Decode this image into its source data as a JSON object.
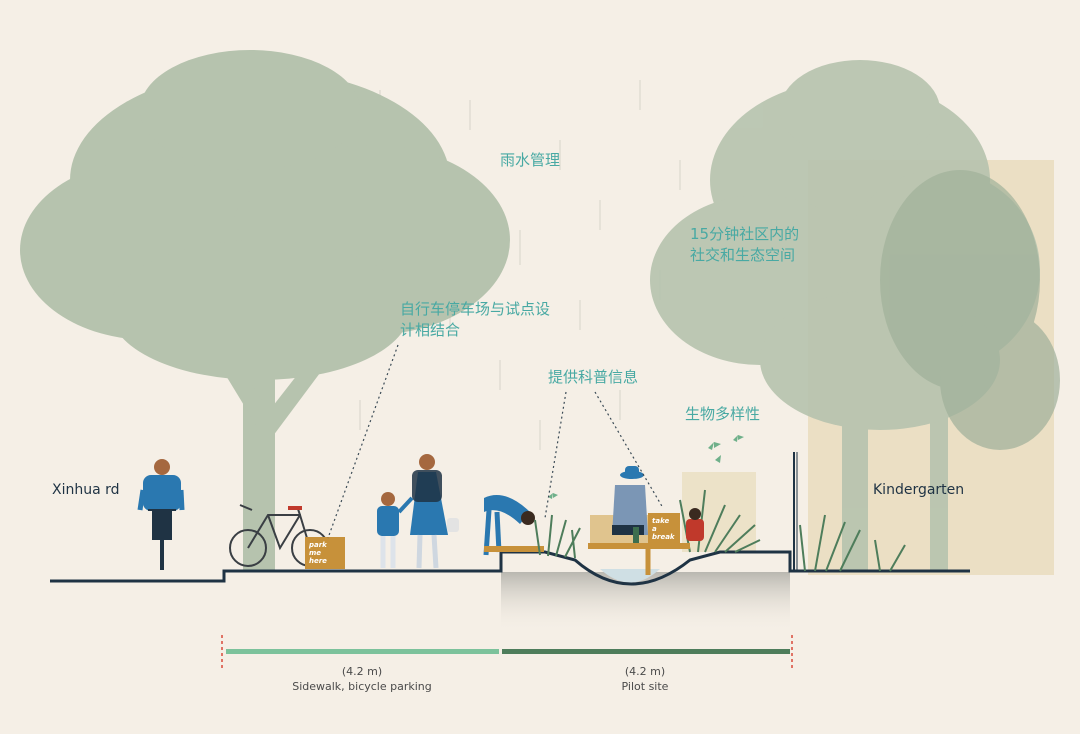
{
  "annotations": {
    "rainwater": "雨水管理",
    "social_line1": "15分钟社区内的",
    "social_line2": "社交和生态空间",
    "bike_line1": "自行车停车场与试点设",
    "bike_line2": "计相结合",
    "science": "提供科普信息",
    "biodiversity": "生物多样性"
  },
  "places": {
    "road": "Xinhua rd",
    "school": "Kindergarten"
  },
  "signs": {
    "park": [
      "park",
      "me",
      "here"
    ],
    "break": [
      "take",
      "a",
      "break"
    ]
  },
  "dimensions": [
    {
      "value": "(4.2 m)",
      "label": "Sidewalk, bicycle parking"
    },
    {
      "value": "(4.2 m)",
      "label": "Pilot site"
    }
  ],
  "colors": {
    "background": "#f5efe6",
    "tree": "#b6c3ae",
    "annotation": "#48a9a3",
    "ground_line": "#1f3344",
    "sidewalk_bar": "#7cc29b",
    "pilot_bar": "#4e7d5b",
    "sign_box": "#c7913a",
    "person_blue": "#2a78b0"
  }
}
